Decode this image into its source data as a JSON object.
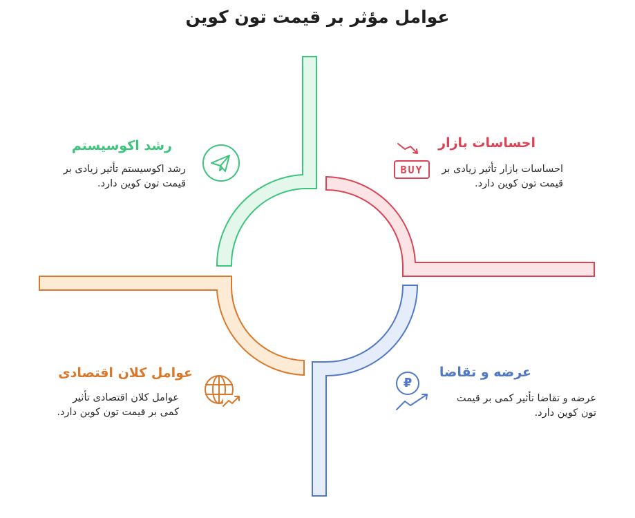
{
  "title": "عوامل مؤثر بر قیمت تون کوین",
  "colors": {
    "green": "#3cc47c",
    "green_fill": "#e3f7ea",
    "red": "#d94455",
    "red_fill": "#fce3e5",
    "blue": "#5078c9",
    "blue_fill": "#e5edfa",
    "orange": "#d9782b",
    "orange_fill": "#fdebd6"
  },
  "factors": {
    "ecosystem": {
      "heading": "رشد اکوسیستم",
      "text": "رشد اکوسیستم تأثیر زیادی بر قیمت تون کوین دارد.",
      "icon": "paper-plane-icon"
    },
    "sentiment": {
      "heading": "احساسات بازار",
      "text": "احساسات بازار تأثیر زیادی بر قیمت تون کوین دارد.",
      "icon": "buy-sign-icon",
      "icon_label": "BUY"
    },
    "macro": {
      "heading": "عوامل کلان اقتصادی",
      "text": "عوامل کلان اقتصادی تأثیر کمی بر قیمت تون کوین دارد.",
      "icon": "globe-growth-icon"
    },
    "supply": {
      "heading": "عرضه و تقاضا",
      "text": "عرضه و تقاضا تأثیر کمی بر قیمت تون کوین دارد.",
      "icon": "ruble-coin-growth-icon",
      "icon_label": "₽"
    }
  }
}
